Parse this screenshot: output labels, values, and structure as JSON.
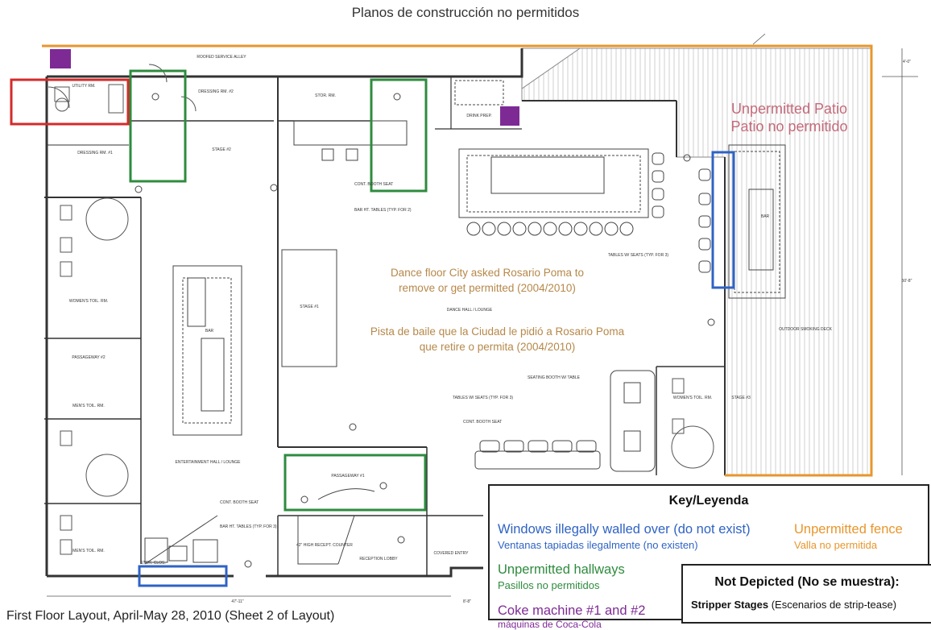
{
  "header": {
    "subtitle": "Planos de construcción no permitidos"
  },
  "annotations": {
    "patio_en": "Unpermitted Patio",
    "patio_es": "Patio no permitido",
    "dance_en": "Dance floor City asked Rosario Poma to remove or get permitted (2004/2010)",
    "dance_es": "Pista de baile que la Ciudad le pidió a Rosario Poma que retire o permita (2004/2010)"
  },
  "plan_labels": {
    "alley": "ROOFED SERVICE ALLEY",
    "utility": "UTILITY RM.",
    "dressing1": "DRESSING RM. #1",
    "dressing2": "DRESSING RM. #2",
    "storage": "STOR. RM.",
    "drink_prep": "DRINK PREP.",
    "stage2": "STAGE #2",
    "stage1": "STAGE #1",
    "stage3": "STAGE #3",
    "cont_booth": "CONT. BOOTH SEAT",
    "bar_tables": "BAR HT. TABLES (TYP. FOR 2)",
    "bar_tables3": "BAR HT. TABLES (TYP. FOR 3)",
    "tables_seats": "TABLES W/ SEATS (TYP. FOR 3)",
    "dance_hall": "DANCE HALL / LOUNGE",
    "smoking_deck": "OUTDOOR SMOKING DECK",
    "womens_toil": "WOMEN'S TOIL. RM.",
    "mens_toil": "MEN'S TOIL. RM.",
    "passageway1": "PASSAGEWAY #1",
    "passageway2": "PASSAGEWAY #2",
    "entertainment": "ENTERTAINMENT HALL / LOUNGE",
    "seating_booth": "SEATING BOOTH W/ TABLE",
    "recept_counter": "42\" HIGH RECEPT. COUNTER",
    "reception": "RECEPTION LOBBY",
    "covered_entry": "COVERED ENTRY",
    "stor_clos": "STOR. CLOS.",
    "bar": "BAR",
    "dim_bottom": "47'-11\"",
    "dim_bottom2": "8'-8\"",
    "dim_right": "50'-8\"",
    "dim_top_right": "4'-0\""
  },
  "key": {
    "title": "Key/Leyenda",
    "blue_en": "Windows illegally walled over (do not exist)",
    "blue_es": "Ventanas tapiadas ilegalmente (no existen)",
    "orange_en": "Unpermitted fence",
    "orange_es": "Valla no permitida",
    "green_en": "Unpermitted hallways",
    "green_es": "Pasillos no permitidos",
    "purple_en": "Coke machine #1 and #2",
    "purple_es": "máquinas de Coca-Cola"
  },
  "not_depicted": {
    "title": "Not Depicted (No se muestra):",
    "item_bold": "Stripper Stages",
    "item_rest": " (Escenarios de strip-tease)"
  },
  "caption": "First Floor Layout, April-May 28, 2010 (Sheet 2 of Layout)",
  "colors": {
    "blue": "#2f63c4",
    "orange": "#e8962c",
    "green": "#2e8b3e",
    "red": "#d42a2a",
    "purple": "#7e2a95"
  }
}
